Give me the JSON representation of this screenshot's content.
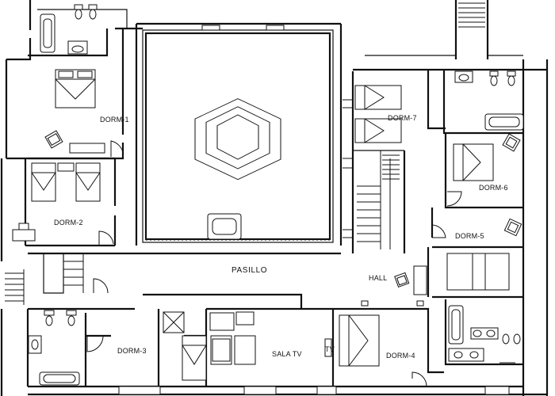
{
  "rooms": {
    "dorm1": "DORM-1",
    "dorm2": "DORM-2",
    "dorm3": "DORM-3",
    "dorm4": "DORM-4",
    "dorm5": "DORM-5",
    "dorm6": "DORM-6",
    "dorm7": "DORM-7",
    "pasillo": "PASILLO",
    "hall": "HALL",
    "sala_tv": "SALA TV",
    "tv": "TV"
  },
  "colors": {
    "lines": "#111111",
    "background": "#ffffff"
  }
}
